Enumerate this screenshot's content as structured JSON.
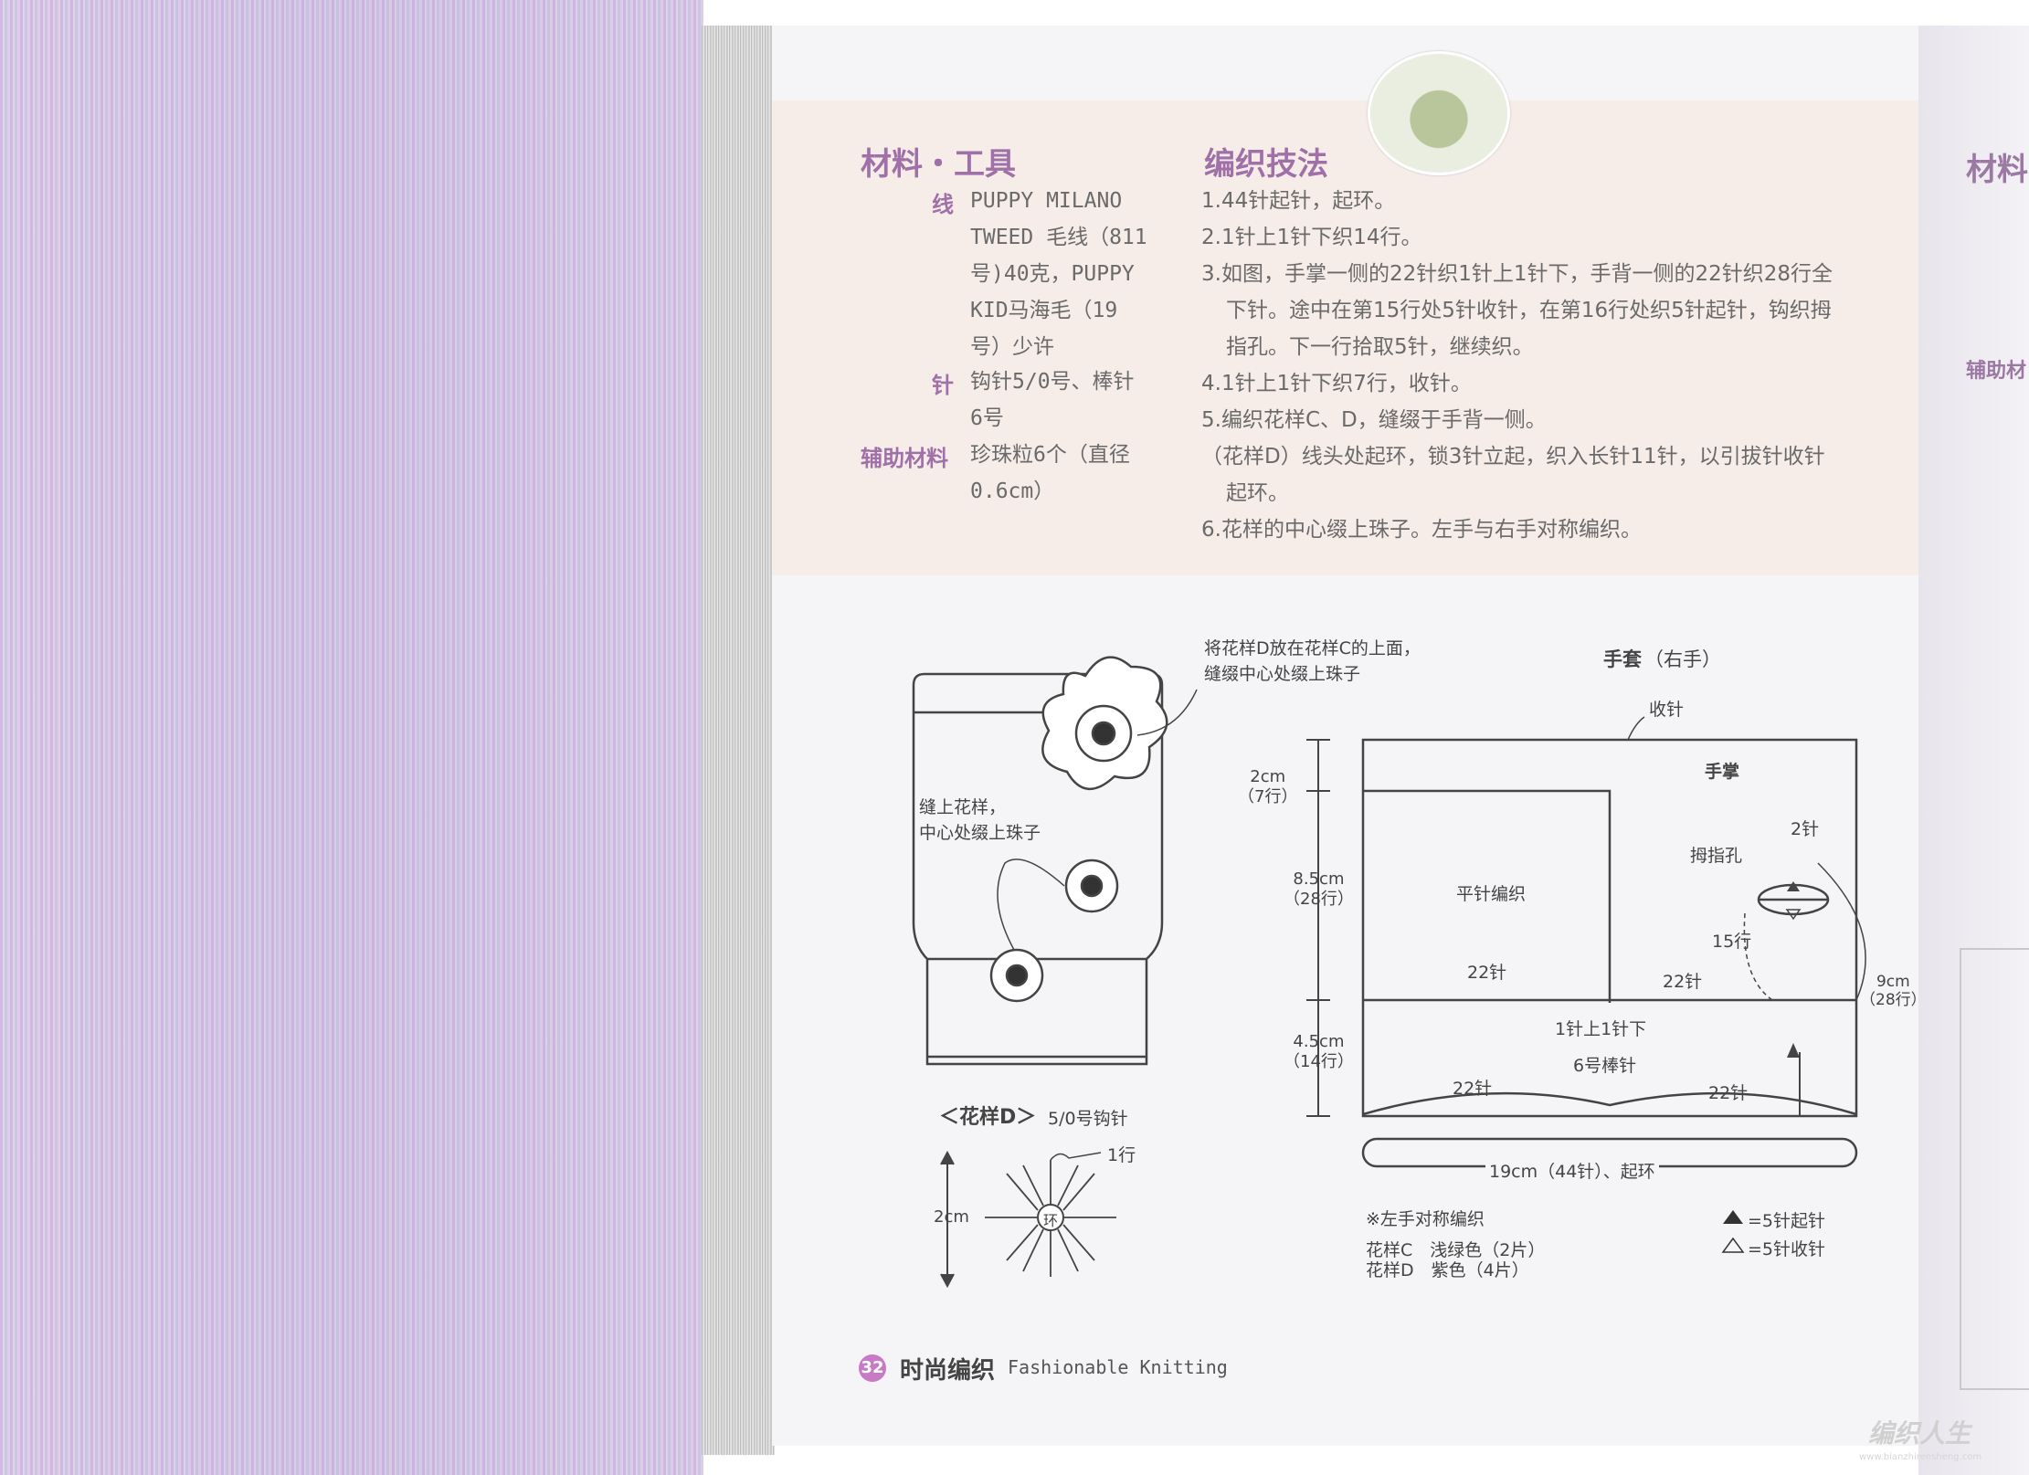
{
  "materials": {
    "heading": "材料・工具",
    "yarn_label": "线",
    "yarn_lines": [
      "PUPPY MILANO",
      "TWEED 毛线（811",
      "号)40克，PUPPY",
      "KID马海毛（19",
      "号）少许"
    ],
    "needle_label": "针",
    "needle_lines": [
      "钩针5/0号、棒针",
      "6号"
    ],
    "aux_label": "辅助材料",
    "aux_lines": [
      "珍珠粒6个（直径",
      "0.6cm）"
    ]
  },
  "instructions": {
    "heading": "编织技法",
    "lines": [
      "1.44针起针，起环。",
      "2.1针上1针下织14行。",
      "3.如图，手掌一侧的22针织1针上1针下，手背一侧的22针织28行全",
      "下针。途中在第15行处5针收针，在第16行处织5针起针，钩织拇",
      "指孔。下一行拾取5针，继续织。",
      "4.1针上1针下织7行，收针。",
      "5.编织花样C、D，缝缀于手背一侧。",
      "（花样D）线头处起环，锁3针立起，织入长针11针，以引拔针收针",
      "起环。",
      "6.花样的中心缀上珠子。左手与右手对称编织。"
    ]
  },
  "diagram_left": {
    "note_top_1": "将花样D放在花样C的上面，",
    "note_top_2": "缝缀中心处缀上珠子",
    "note_mid_1": "缝上花样，",
    "note_mid_2": "中心处缀上珠子",
    "motif_title": "＜花样D＞",
    "motif_hook": "5/0号钩针",
    "motif_row": "1行",
    "motif_size": "2cm",
    "motif_center": "环"
  },
  "diagram_right": {
    "title": "手套",
    "title_sub": "（右手）",
    "bind_off": "收针",
    "palm": "手掌",
    "thumb_hole": "拇指孔",
    "two_st": "2针",
    "fifteen_rows": "15行",
    "stockinette": "平针编织",
    "dim_top": "2cm",
    "dim_top_rows": "（7行）",
    "dim_mid": "8.5cm",
    "dim_mid_rows": "（28行）",
    "dim_bot": "4.5cm",
    "dim_bot_rows": "（14行）",
    "dim_right": "9cm",
    "dim_right_rows": "（28行）",
    "st22_a": "22针",
    "st22_b": "22针",
    "st22_c": "22针",
    "st22_d": "22针",
    "rib": "1针上1针下",
    "needle": "6号棒针",
    "cast_on": "19cm（44针）、起环",
    "left_note": "※左手对称编织",
    "motif_c": "花样C　浅绿色（2片）",
    "motif_d": "花样D　紫色（4片）",
    "legend_cast": "=5针起针",
    "legend_bind": "=5针收针"
  },
  "footer": {
    "page_no": "32",
    "title": "时尚编织",
    "subtitle": "Fashionable Knitting"
  },
  "right_page_ghost": {
    "heading": "材料",
    "aux": "辅助材"
  },
  "watermark": {
    "logo": "编织人生",
    "url": "www.bianzhirensheng.com"
  },
  "colors": {
    "accent": "#a070a8",
    "pink_band": "#f6ece8",
    "diagram_line": "#444444"
  }
}
